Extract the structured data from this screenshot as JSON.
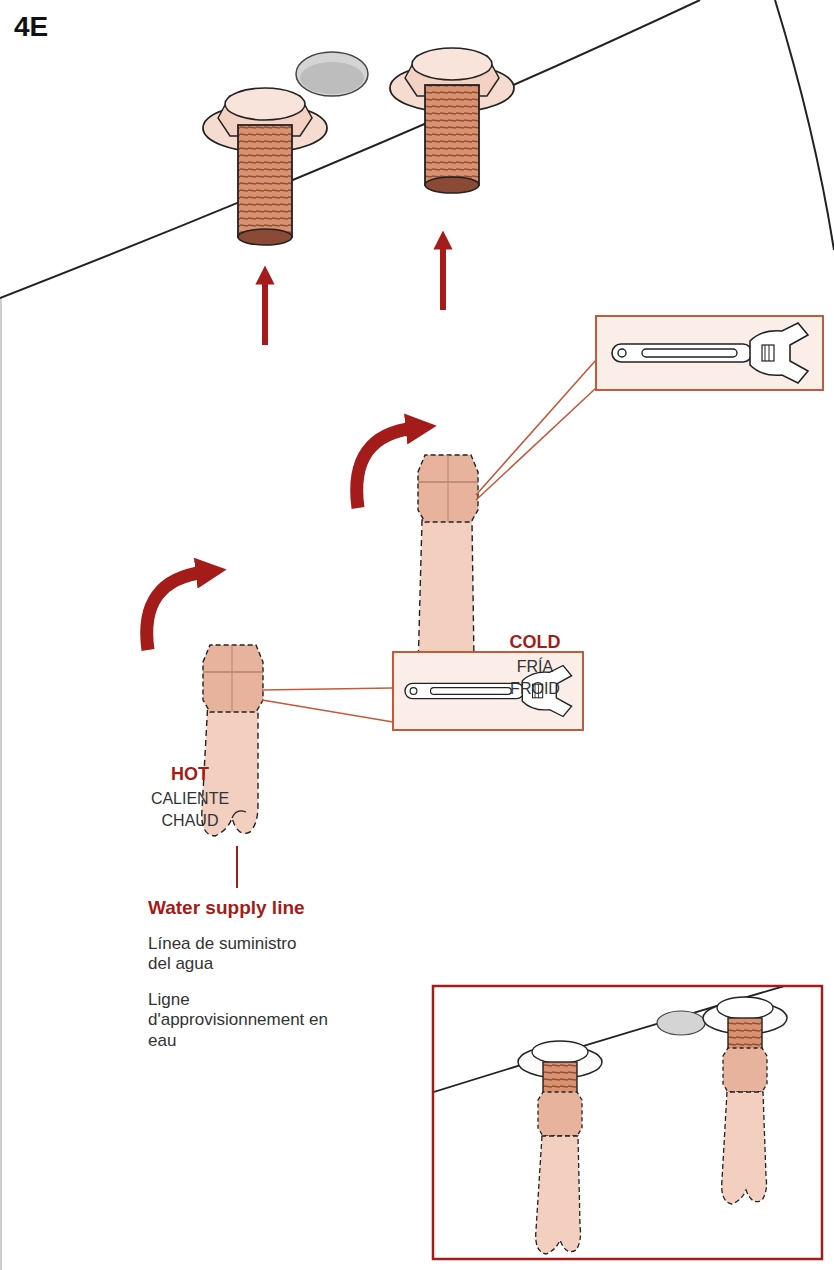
{
  "diagram": {
    "title": "4E",
    "labels": [
      "HOT",
      "CALIENTE",
      "CHAUD",
      "COLD",
      "FRÍA",
      "FROID",
      "Water supply line",
      "Línea de suministro del agua",
      "Ligne d'approvisionnement en eau"
    ]
  }
}
